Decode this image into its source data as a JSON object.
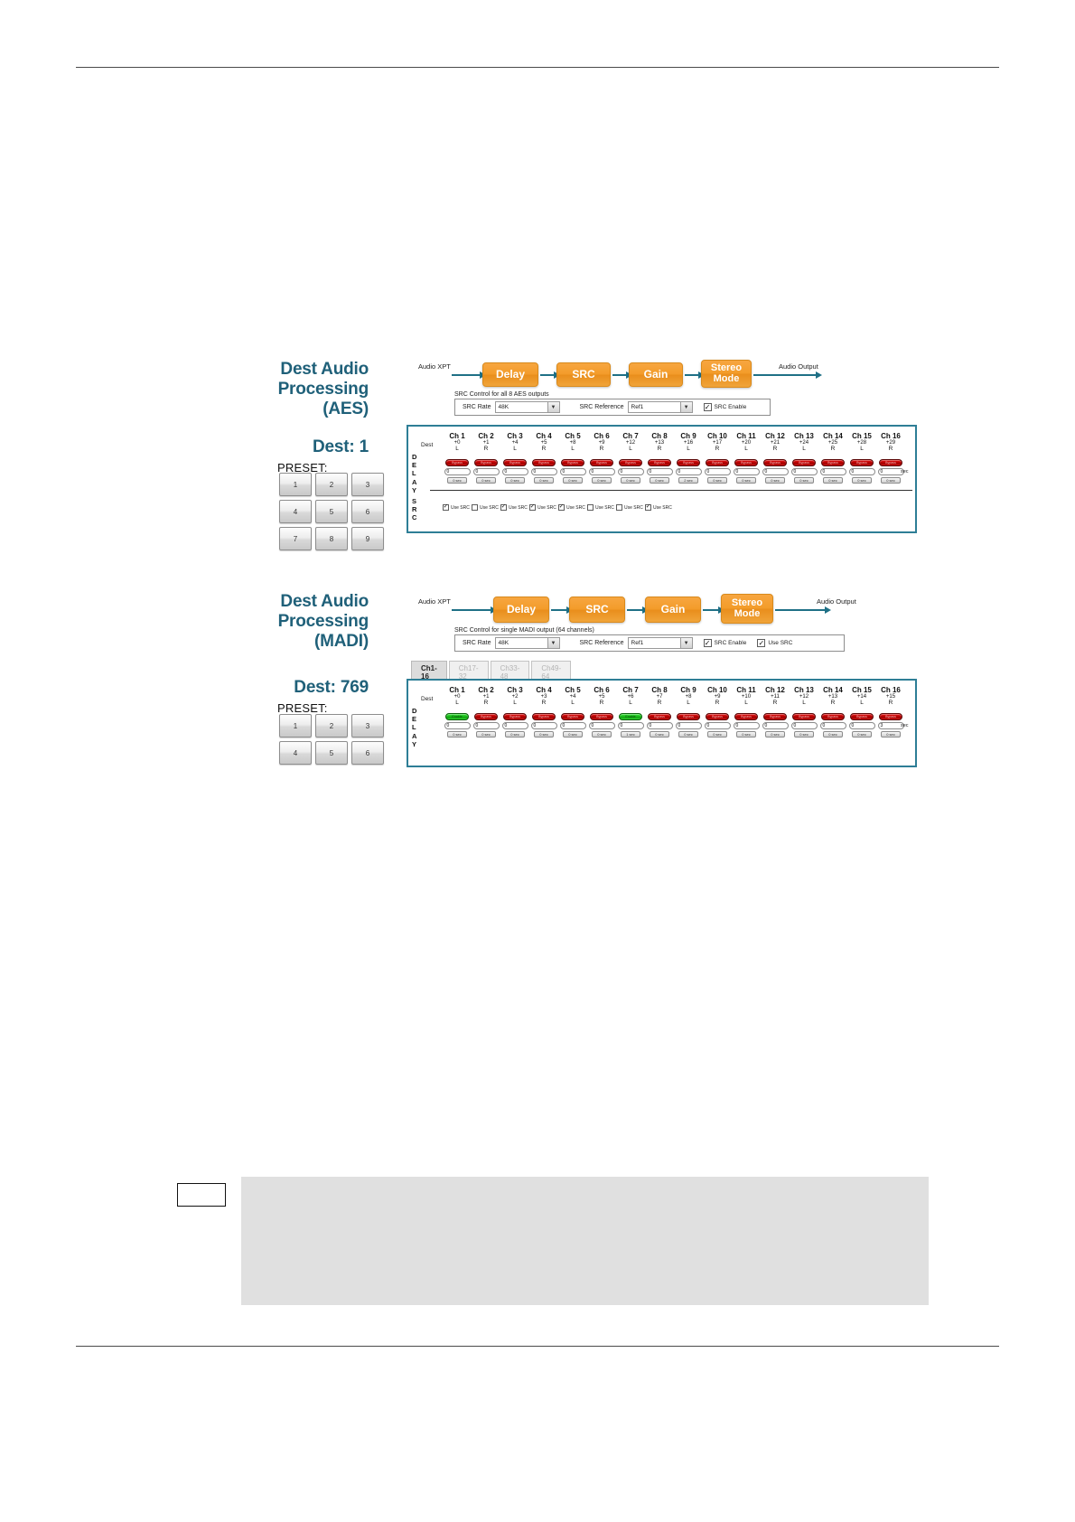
{
  "page": {
    "rules": {
      "color": "#4a4a4a"
    },
    "accent_teal": "#1f6079",
    "led_red": "#c00000",
    "led_green": "#18c018",
    "flow_orange": "#f39c2a"
  },
  "figures": [
    {
      "id": "aes",
      "title_lines": [
        "Dest Audio",
        "Processing",
        "(AES)"
      ],
      "dest_label": "Dest: 1",
      "preset_label": "PRESET:",
      "preset_buttons": [
        "1",
        "2",
        "3",
        "4",
        "5",
        "6",
        "7",
        "8",
        "9"
      ],
      "flow": {
        "input_label": "Audio XPT",
        "output_label": "Audio Output",
        "boxes": [
          "Delay",
          "SRC",
          "Gain",
          "Stereo Mode"
        ]
      },
      "src_control": {
        "caption": "SRC Control for all 8 AES outputs",
        "rate_label": "SRC Rate",
        "rate_value": "48K",
        "reference_label": "SRC Reference",
        "reference_value": "Ref1",
        "enable_label": "SRC Enable",
        "enable_checked": true,
        "use_src_label": "",
        "use_src_visible": false
      },
      "tabs": [],
      "matrix": {
        "dest_label": "Dest",
        "sections": [
          "DELAY",
          "SRC"
        ],
        "unit_label": "sec",
        "channels": [
          {
            "name": "Ch 1",
            "offset": "+0",
            "lr": "L",
            "led": "red",
            "delay": "0",
            "sec": "0 sec",
            "use_src_label": "Use SRC",
            "use_src": true
          },
          {
            "name": "Ch 2",
            "offset": "+1",
            "lr": "R",
            "led": "red",
            "delay": "0",
            "sec": "0 sec",
            "use_src_label": "Use SRC",
            "use_src": false
          },
          {
            "name": "Ch 3",
            "offset": "+4",
            "lr": "L",
            "led": "red",
            "delay": "0",
            "sec": "0 sec",
            "use_src_label": "Use SRC",
            "use_src": true
          },
          {
            "name": "Ch 4",
            "offset": "+5",
            "lr": "R",
            "led": "red",
            "delay": "0",
            "sec": "0 sec",
            "use_src_label": "Use SRC",
            "use_src": true
          },
          {
            "name": "Ch 5",
            "offset": "+8",
            "lr": "L",
            "led": "red",
            "delay": "0",
            "sec": "0 sec",
            "use_src_label": "Use SRC",
            "use_src": true
          },
          {
            "name": "Ch 6",
            "offset": "+9",
            "lr": "R",
            "led": "red",
            "delay": "0",
            "sec": "0 sec",
            "use_src_label": "Use SRC",
            "use_src": false
          },
          {
            "name": "Ch 7",
            "offset": "+12",
            "lr": "L",
            "led": "red",
            "delay": "0",
            "sec": "0 sec",
            "use_src_label": "Use SRC",
            "use_src": false
          },
          {
            "name": "Ch 8",
            "offset": "+13",
            "lr": "R",
            "led": "red",
            "delay": "0",
            "sec": "0 sec",
            "use_src_label": "Use SRC",
            "use_src": true
          },
          {
            "name": "Ch 9",
            "offset": "+16",
            "lr": "L",
            "led": "red",
            "delay": "0",
            "sec": "2 sec",
            "use_src_label": "",
            "use_src": null
          },
          {
            "name": "Ch 10",
            "offset": "+17",
            "lr": "R",
            "led": "red",
            "delay": "0",
            "sec": "0 sec",
            "use_src_label": "",
            "use_src": null
          },
          {
            "name": "Ch 11",
            "offset": "+20",
            "lr": "L",
            "led": "red",
            "delay": "0",
            "sec": "0 sec",
            "use_src_label": "",
            "use_src": null
          },
          {
            "name": "Ch 12",
            "offset": "+21",
            "lr": "R",
            "led": "red",
            "delay": "0",
            "sec": "0 sec",
            "use_src_label": "",
            "use_src": null
          },
          {
            "name": "Ch 13",
            "offset": "+24",
            "lr": "L",
            "led": "red",
            "delay": "0",
            "sec": "0 sec",
            "use_src_label": "",
            "use_src": null
          },
          {
            "name": "Ch 14",
            "offset": "+25",
            "lr": "R",
            "led": "red",
            "delay": "0",
            "sec": "0 sec",
            "use_src_label": "",
            "use_src": null
          },
          {
            "name": "Ch 15",
            "offset": "+28",
            "lr": "L",
            "led": "red",
            "delay": "0",
            "sec": "0 sec",
            "use_src_label": "",
            "use_src": null
          },
          {
            "name": "Ch 16",
            "offset": "+29",
            "lr": "R",
            "led": "red",
            "delay": "0",
            "sec": "0 sec",
            "use_src_label": "",
            "use_src": null
          }
        ]
      }
    },
    {
      "id": "madi",
      "title_lines": [
        "Dest Audio",
        "Processing",
        "(MADI)"
      ],
      "dest_label": "Dest: 769",
      "preset_label": "PRESET:",
      "preset_buttons": [
        "1",
        "2",
        "3",
        "4",
        "5",
        "6"
      ],
      "flow": {
        "input_label": "Audio XPT",
        "output_label": "Audio Output",
        "boxes": [
          "Delay",
          "SRC",
          "Gain",
          "Stereo Mode"
        ]
      },
      "src_control": {
        "caption": "SRC Control for single MADI output (64 channels)",
        "rate_label": "SRC Rate",
        "rate_value": "48K",
        "reference_label": "SRC Reference",
        "reference_value": "Ref1",
        "enable_label": "SRC Enable",
        "enable_checked": true,
        "use_src_label": "Use SRC",
        "use_src_visible": true,
        "use_src_checked": true
      },
      "tabs": [
        {
          "label": "Ch1-16",
          "active": true
        },
        {
          "label": "Ch17-32",
          "active": false
        },
        {
          "label": "Ch33-48",
          "active": false
        },
        {
          "label": "Ch49-64",
          "active": false
        }
      ],
      "matrix": {
        "dest_label": "Dest",
        "sections": [
          "DELAY"
        ],
        "unit_label": "sec",
        "channels": [
          {
            "name": "Ch 1",
            "offset": "+0",
            "lr": "L",
            "led": "green",
            "delay": "0",
            "sec": "0 sec"
          },
          {
            "name": "Ch 2",
            "offset": "+1",
            "lr": "R",
            "led": "red",
            "delay": "0",
            "sec": "0 sec"
          },
          {
            "name": "Ch 3",
            "offset": "+2",
            "lr": "L",
            "led": "red",
            "delay": "0",
            "sec": "0 sec"
          },
          {
            "name": "Ch 4",
            "offset": "+3",
            "lr": "R",
            "led": "red",
            "delay": "0",
            "sec": "0 sec"
          },
          {
            "name": "Ch 5",
            "offset": "+4",
            "lr": "L",
            "led": "red",
            "delay": "0",
            "sec": "0 sec"
          },
          {
            "name": "Ch 6",
            "offset": "+5",
            "lr": "R",
            "led": "red",
            "delay": "0",
            "sec": "0 sec"
          },
          {
            "name": "Ch 7",
            "offset": "+6",
            "lr": "L",
            "led": "green",
            "delay": "0",
            "sec": "1 sec"
          },
          {
            "name": "Ch 8",
            "offset": "+7",
            "lr": "R",
            "led": "red",
            "delay": "0",
            "sec": "0 sec"
          },
          {
            "name": "Ch 9",
            "offset": "+8",
            "lr": "L",
            "led": "red",
            "delay": "0",
            "sec": "0 sec"
          },
          {
            "name": "Ch 10",
            "offset": "+9",
            "lr": "R",
            "led": "red",
            "delay": "0",
            "sec": "0 sec"
          },
          {
            "name": "Ch 11",
            "offset": "+10",
            "lr": "L",
            "led": "red",
            "delay": "0",
            "sec": "0 sec"
          },
          {
            "name": "Ch 12",
            "offset": "+11",
            "lr": "R",
            "led": "red",
            "delay": "0",
            "sec": "0 sec"
          },
          {
            "name": "Ch 13",
            "offset": "+12",
            "lr": "L",
            "led": "red",
            "delay": "0",
            "sec": "0 sec"
          },
          {
            "name": "Ch 14",
            "offset": "+13",
            "lr": "R",
            "led": "red",
            "delay": "0",
            "sec": "0 sec"
          },
          {
            "name": "Ch 15",
            "offset": "+14",
            "lr": "L",
            "led": "red",
            "delay": "0",
            "sec": "0 sec"
          },
          {
            "name": "Ch 16",
            "offset": "+15",
            "lr": "R",
            "led": "red",
            "delay": "3",
            "sec": "0 sec"
          }
        ]
      }
    }
  ],
  "note": {
    "icon": "",
    "text": ""
  }
}
